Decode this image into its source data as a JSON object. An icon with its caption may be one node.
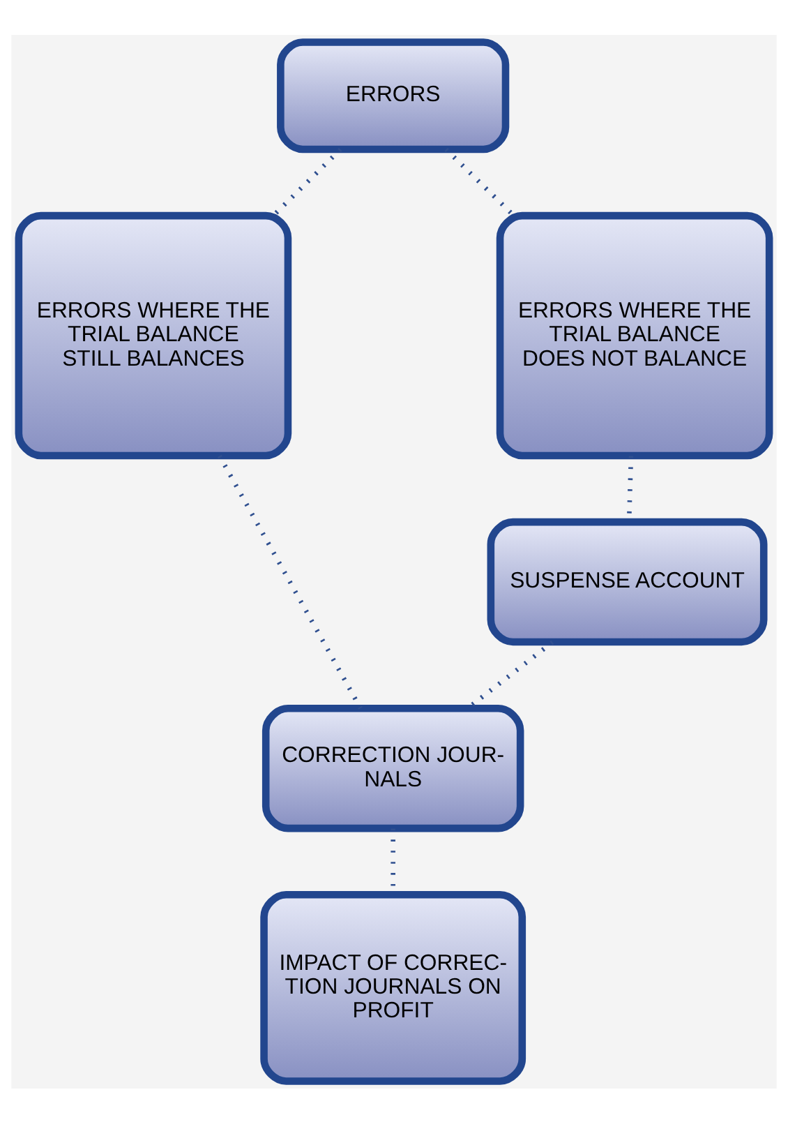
{
  "diagram": {
    "nodes": [
      {
        "text": [
          "ERRORS"
        ]
      },
      {
        "text": [
          "ERRORS WHERE THE TRIAL BALANCE STILL BALANCES"
        ]
      },
      {
        "text": [
          "ERRORS WHERE THE TRIAL BALANCE DOES NOT BALANCE"
        ]
      },
      {
        "text": [
          "SUSPENSE ACCOUNT"
        ]
      },
      {
        "text": [
          "CORRECTION JOUR- NALS"
        ]
      },
      {
        "text": [
          "IMPACT OF CORREC- TION JOURNALS ON PROFIT"
        ]
      }
    ],
    "edges": [
      {
        "from": 0,
        "to": 1,
        "arrow": "none"
      },
      {
        "from": 0,
        "to": 2,
        "arrow": "none"
      },
      {
        "from": 1,
        "to": 4,
        "arrow": "none"
      },
      {
        "from": 2,
        "to": 3,
        "arrow": "none"
      },
      {
        "from": 3,
        "to": 4,
        "arrow": "none"
      },
      {
        "from": 4,
        "to": 5,
        "arrow": "none"
      }
    ]
  }
}
